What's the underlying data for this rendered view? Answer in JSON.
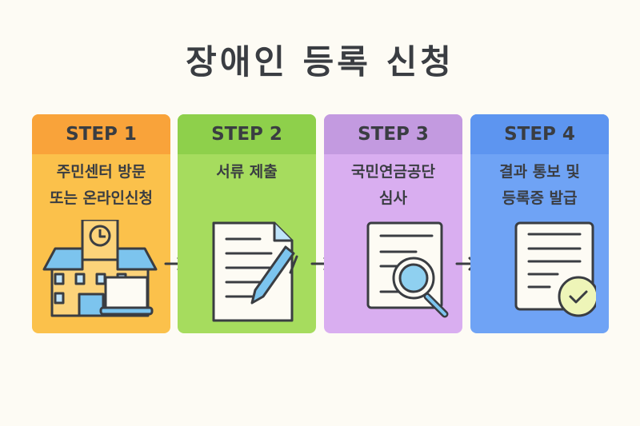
{
  "title": "장애인 등록 신청",
  "steps": [
    {
      "label": "STEP 1",
      "lines": [
        "주민센터 방문",
        "또는 온라인신청"
      ],
      "icon": "building-laptop-icon",
      "header_color": "#f9a33a",
      "body_color": "#fbc14b"
    },
    {
      "label": "STEP 2",
      "lines": [
        "서류 제출"
      ],
      "icon": "document-pen-icon",
      "header_color": "#8ed04b",
      "body_color": "#a6dc5e"
    },
    {
      "label": "STEP 3",
      "lines": [
        "국민연금공단",
        "심사"
      ],
      "icon": "document-magnifier-icon",
      "header_color": "#c39ae0",
      "body_color": "#d9aef0"
    },
    {
      "label": "STEP 4",
      "lines": [
        "결과 통보 및",
        "등록증 발급"
      ],
      "icon": "document-check-icon",
      "header_color": "#5d95f0",
      "body_color": "#6fa3f5"
    }
  ]
}
